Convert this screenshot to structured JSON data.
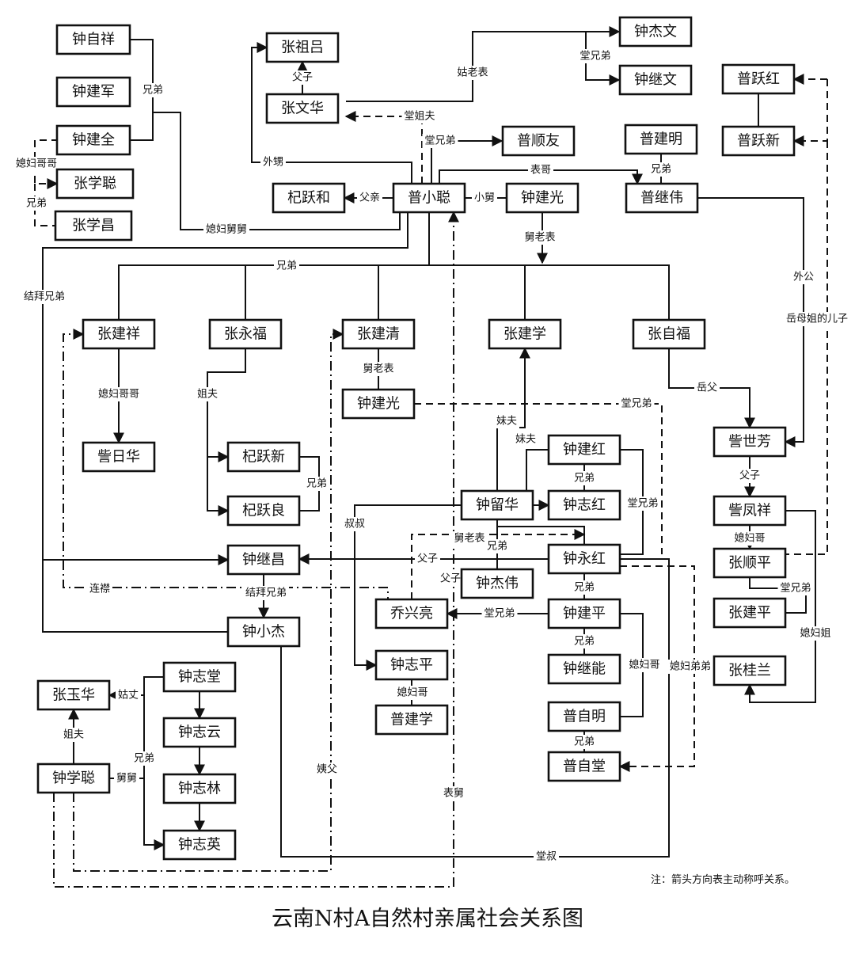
{
  "title": "云南N村A自然村亲属社会关系图",
  "note": "注：箭头方向表主动称呼关系。",
  "colors": {
    "ink": "#111111",
    "background": "#ffffff"
  },
  "nodes": [
    {
      "id": "n1",
      "label": "钟自祥"
    },
    {
      "id": "n2",
      "label": "钟建军"
    },
    {
      "id": "n3",
      "label": "钟建全"
    },
    {
      "id": "n4",
      "label": "张学聪"
    },
    {
      "id": "n5",
      "label": "张学昌"
    },
    {
      "id": "n6",
      "label": "张祖吕"
    },
    {
      "id": "n7",
      "label": "张文华"
    },
    {
      "id": "n8",
      "label": "钟杰文"
    },
    {
      "id": "n9",
      "label": "钟继文"
    },
    {
      "id": "n10",
      "label": "普跃红"
    },
    {
      "id": "n11",
      "label": "普跃新"
    },
    {
      "id": "n12",
      "label": "普顺友"
    },
    {
      "id": "n13",
      "label": "普建明"
    },
    {
      "id": "n14",
      "label": "杞跃和"
    },
    {
      "id": "n15",
      "label": "普小聪"
    },
    {
      "id": "n16",
      "label": "钟建光"
    },
    {
      "id": "n17",
      "label": "普继伟"
    },
    {
      "id": "n18",
      "label": "张建祥"
    },
    {
      "id": "n19",
      "label": "张永福"
    },
    {
      "id": "n20",
      "label": "张建清"
    },
    {
      "id": "n21",
      "label": "张建学"
    },
    {
      "id": "n22",
      "label": "张自福"
    },
    {
      "id": "n23",
      "label": "钟建光"
    },
    {
      "id": "n24",
      "label": "訾日华"
    },
    {
      "id": "n25",
      "label": "杞跃新"
    },
    {
      "id": "n26",
      "label": "杞跃良"
    },
    {
      "id": "n27",
      "label": "钟建红"
    },
    {
      "id": "n28",
      "label": "訾世芳"
    },
    {
      "id": "n29",
      "label": "钟留华"
    },
    {
      "id": "n30",
      "label": "钟志红"
    },
    {
      "id": "n31",
      "label": "訾凤祥"
    },
    {
      "id": "n32",
      "label": "钟继昌"
    },
    {
      "id": "n33",
      "label": "钟永红"
    },
    {
      "id": "n34",
      "label": "张顺平"
    },
    {
      "id": "n35",
      "label": "钟杰伟"
    },
    {
      "id": "n36",
      "label": "乔兴亮"
    },
    {
      "id": "n37",
      "label": "钟建平"
    },
    {
      "id": "n38",
      "label": "张建平"
    },
    {
      "id": "n39",
      "label": "钟小杰"
    },
    {
      "id": "n40",
      "label": "钟志平"
    },
    {
      "id": "n41",
      "label": "钟继能"
    },
    {
      "id": "n42",
      "label": "张桂兰"
    },
    {
      "id": "n43",
      "label": "钟志堂"
    },
    {
      "id": "n44",
      "label": "张玉华"
    },
    {
      "id": "n45",
      "label": "钟志云"
    },
    {
      "id": "n46",
      "label": "普建学"
    },
    {
      "id": "n47",
      "label": "普自明"
    },
    {
      "id": "n48",
      "label": "钟志林"
    },
    {
      "id": "n49",
      "label": "钟学聪"
    },
    {
      "id": "n50",
      "label": "普自堂"
    },
    {
      "id": "n51",
      "label": "钟志英"
    }
  ],
  "edge_labels": [
    "兄弟",
    "媳妇哥哥",
    "兄弟",
    "父子",
    "姑老表",
    "堂兄弟",
    "堂姐夫",
    "堂兄弟",
    "外甥",
    "表哥",
    "兄弟",
    "父亲",
    "小舅",
    "媳妇舅舅",
    "舅老表",
    "兄弟",
    "结拜兄弟",
    "外公",
    "岳母姐的儿子",
    "媳妇哥哥",
    "舅老表",
    "姐夫",
    "堂兄弟",
    "岳父",
    "妹夫",
    "妹夫",
    "兄弟",
    "兄弟",
    "父子",
    "堂兄弟",
    "叔叔",
    "舅老表",
    "媳妇哥",
    "兄弟",
    "父子",
    "父子",
    "连襟",
    "结拜兄弟",
    "兄弟",
    "堂兄弟",
    "堂兄弟",
    "兄弟",
    "媳妇哥",
    "媳妇弟弟",
    "媳妇姐",
    "姑丈",
    "媳妇哥",
    "姐夫",
    "兄弟",
    "舅舅",
    "兄弟",
    "姨父",
    "表舅",
    "堂叔"
  ]
}
